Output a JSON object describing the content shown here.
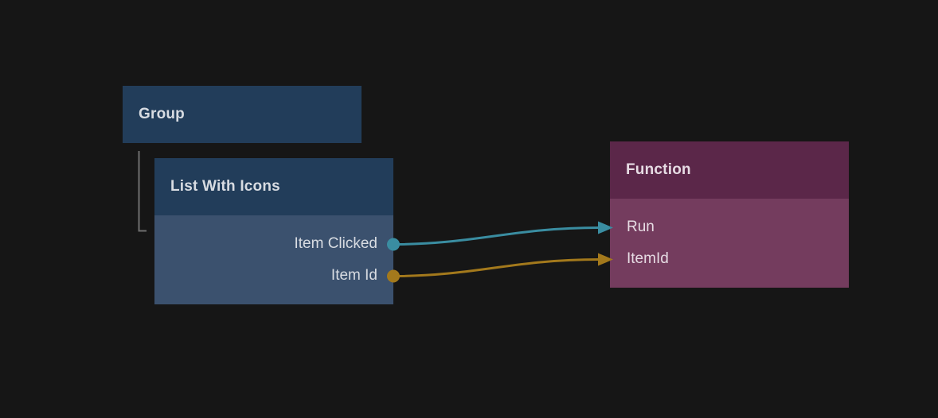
{
  "palette": {
    "background": "#161616",
    "blue_node_header": "#223d5a",
    "blue_node_body": "#3b516e",
    "purple_node_header": "#5b2749",
    "purple_node_body": "#743c5e",
    "edge_teal": "#3a8da1",
    "edge_gold": "#a3791c",
    "hierarchy_line_gray": "#6f6f6f"
  },
  "nodes": [
    {
      "title": "Group"
    },
    {
      "title": "List With Icons",
      "outputs": [
        {
          "label": "Item Clicked",
          "color": "#3a8da1"
        },
        {
          "label": "Item Id",
          "color": "#a3791c"
        }
      ]
    },
    {
      "title": "Function",
      "inputs": [
        {
          "label": "Run",
          "color": "#3a8da1"
        },
        {
          "label": "ItemId",
          "color": "#a3791c"
        }
      ]
    }
  ],
  "edges": [
    {
      "from_node": "List With Icons",
      "from_port": "Item Clicked",
      "to_node": "Function",
      "to_port": "Run",
      "color": "#3a8da1"
    },
    {
      "from_node": "List With Icons",
      "from_port": "Item Id",
      "to_node": "Function",
      "to_port": "ItemId",
      "color": "#a3791c"
    }
  ],
  "hierarchy": {
    "parent": "Group",
    "child": "List With Icons"
  }
}
